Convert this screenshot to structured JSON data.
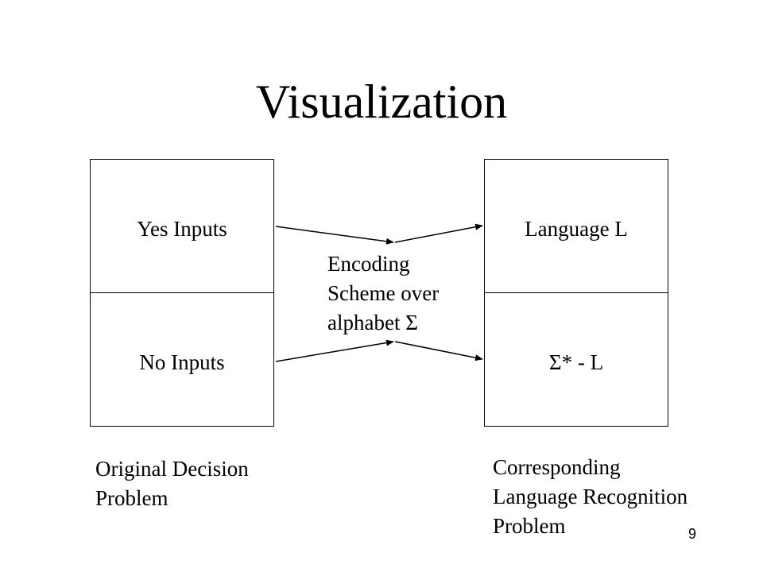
{
  "title": "Visualization",
  "left_box": {
    "top_label": "Yes Inputs",
    "bottom_label": "No Inputs"
  },
  "right_box": {
    "top_label": "Language  L",
    "bottom_label": "Σ* - L"
  },
  "middle": {
    "lines": [
      "Encoding",
      "Scheme over",
      "alphabet Σ"
    ]
  },
  "captions": {
    "left": [
      "Original Decision",
      "Problem"
    ],
    "right": [
      "Corresponding",
      "Language  Recognition",
      "Problem"
    ]
  },
  "page_number": "9"
}
